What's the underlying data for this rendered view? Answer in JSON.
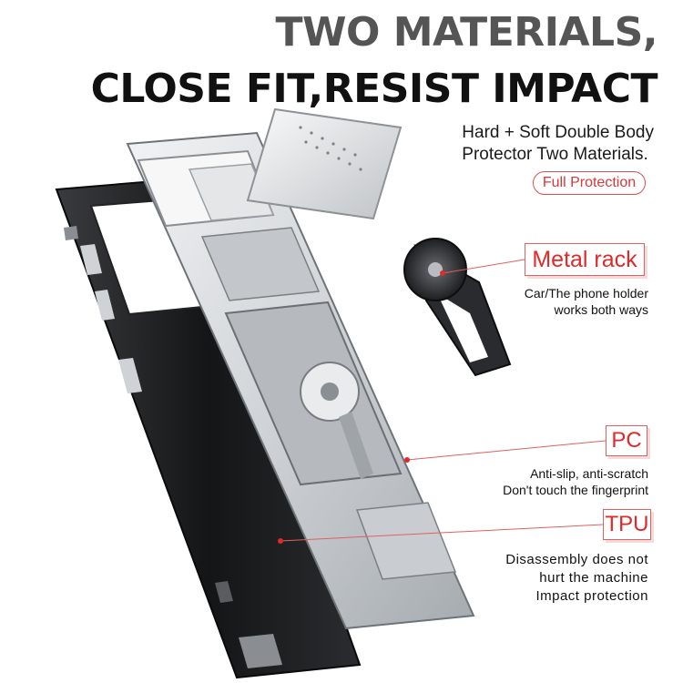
{
  "headline": {
    "line1": "TWO MATERIALS,",
    "line2": "CLOSE FIT,RESIST IMPACT"
  },
  "subtitle": {
    "line1": "Hard + Soft Double Body",
    "line2": "Protector Two Materials."
  },
  "badge": "Full Protection",
  "features": [
    {
      "label": "Metal rack",
      "lines": [
        "Car/The phone holder",
        "works both ways"
      ]
    },
    {
      "label": "PC",
      "lines": [
        "Anti-slip, anti-scratch",
        "Don't touch the fingerprint"
      ]
    },
    {
      "label": "TPU",
      "lines": [
        "Disassembly does not",
        "hurt the machine",
        "Impact protection"
      ]
    }
  ],
  "colors": {
    "accent": "#e02a2a",
    "headline_gray": "#555555",
    "headline_black": "#111111",
    "case_silver": "#d9dde1",
    "case_black": "#1b1c1e"
  },
  "icons": [
    "ring-holder-icon",
    "camera-slider-cover-icon",
    "phone-case-icon"
  ]
}
